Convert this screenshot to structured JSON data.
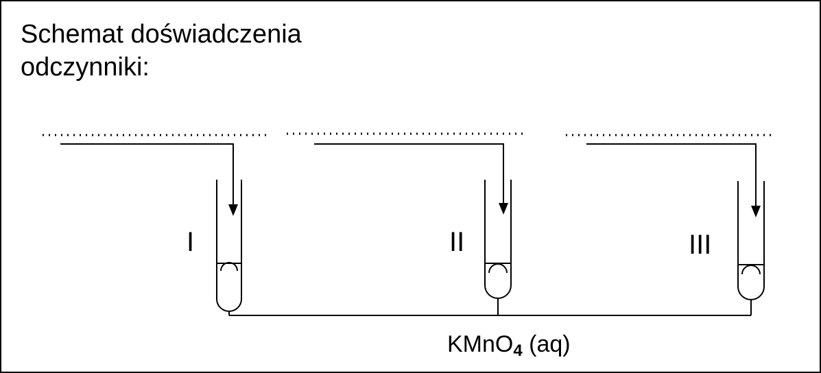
{
  "title": {
    "line1": "Schemat doświadczenia",
    "line2": "odczynniki:"
  },
  "tubes": [
    {
      "label": "I"
    },
    {
      "label": "II"
    },
    {
      "label": "III"
    }
  ],
  "reagent": {
    "main": "KMnO",
    "sub": "4",
    "tail": " (aq)"
  }
}
